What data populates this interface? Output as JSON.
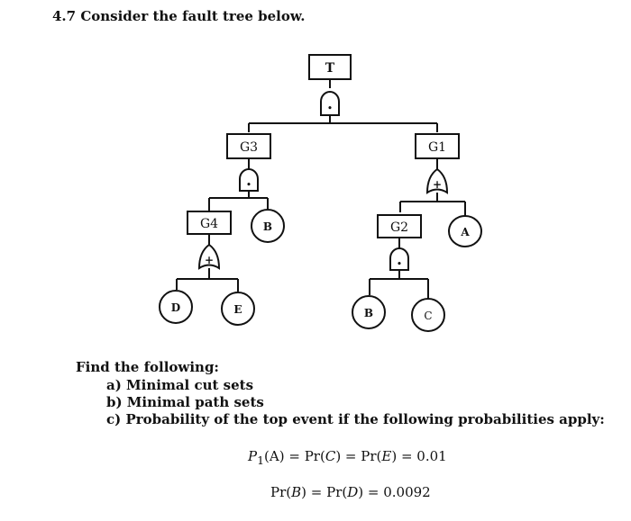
{
  "problem": {
    "heading": "4.7 Consider the fault tree below."
  },
  "fault_tree": {
    "top_event": "T",
    "events": {
      "g3": "G3",
      "g1": "G1",
      "g4": "G4",
      "g2": "G2"
    },
    "basic_events": {
      "b_left": "B",
      "a": "A",
      "d": "D",
      "e": "E",
      "b_right": "B",
      "c": "C"
    },
    "gates": {
      "top": "•",
      "g3": "•",
      "g1": "+",
      "g4": "+",
      "g2": "•"
    }
  },
  "questions": {
    "intro": "Find the following:",
    "items": [
      "a) Minimal cut sets",
      "b) Minimal path sets",
      "c) Probability of the top event if the following probabilities apply:"
    ]
  },
  "equations": {
    "line1": {
      "p1": "P",
      "p1_sub": "1",
      "a": "(A)",
      "eq1": " = Pr(",
      "c": "C",
      "eq2": ") = Pr(",
      "e": "E",
      "tail": ") = 0.01"
    },
    "line2": {
      "pre": "Pr(",
      "b": "B",
      "mid": ") = Pr(",
      "d": "D",
      "tail": ") = 0.0092"
    }
  }
}
